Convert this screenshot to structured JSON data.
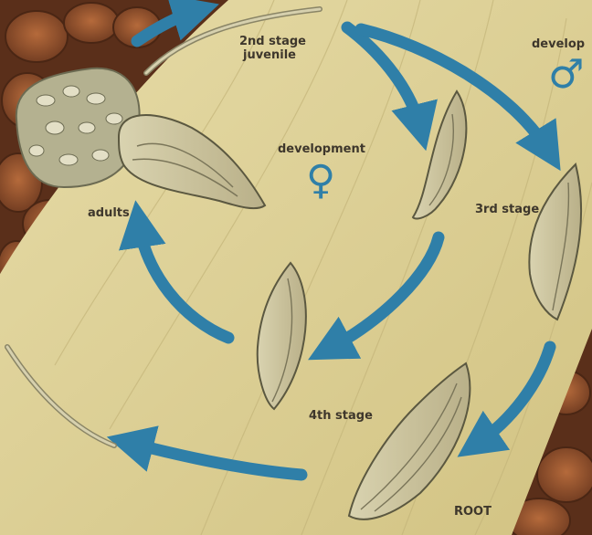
{
  "labels": {
    "second_stage_line1": "2nd stage",
    "second_stage_line2": "juvenile",
    "development_female": "development",
    "development_male": "develop",
    "adults": "adults",
    "third_stage": "3rd stage",
    "fourth_stage": "4th stage",
    "root": "ROOT"
  },
  "symbols": {
    "female": "♀",
    "male": "♂"
  },
  "colors": {
    "background_soil": "#6b3a22",
    "root_tissue": "#dccf95",
    "arrow_blue": "#2f7fa8",
    "label_text": "#3e372c"
  }
}
